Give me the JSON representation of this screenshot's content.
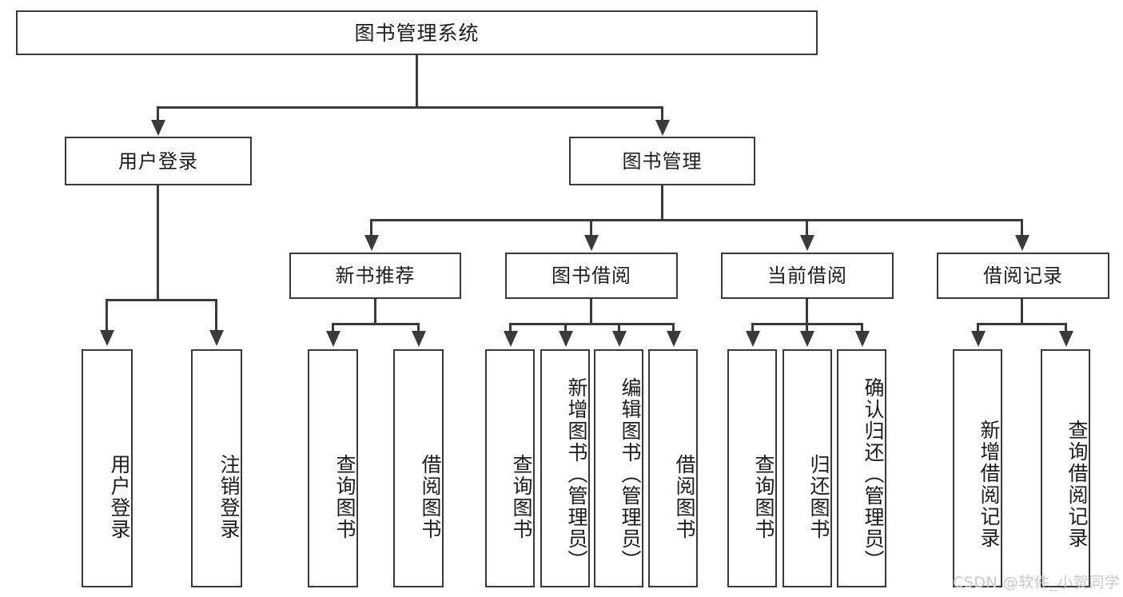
{
  "diagram": {
    "type": "tree",
    "title_node": {
      "label": "图书管理系统"
    },
    "level2": [
      {
        "id": "user-login",
        "label": "用户登录"
      },
      {
        "id": "book-management",
        "label": "图书管理"
      }
    ],
    "level3": [
      {
        "id": "new-book-recommend",
        "label": "新书推荐"
      },
      {
        "id": "book-borrow",
        "label": "图书借阅"
      },
      {
        "id": "current-borrow",
        "label": "当前借阅"
      },
      {
        "id": "borrow-record",
        "label": "借阅记录"
      }
    ],
    "leaves": {
      "user_login": [
        {
          "id": "leaf-user-login",
          "label": "用户登录"
        },
        {
          "id": "leaf-logout",
          "label": "注销登录"
        }
      ],
      "new_book_recommend": [
        {
          "id": "leaf-query-book-1",
          "label": "查询图书"
        },
        {
          "id": "leaf-borrow-book-1",
          "label": "借阅图书"
        }
      ],
      "book_borrow": [
        {
          "id": "leaf-query-book-2",
          "label": "查询图书"
        },
        {
          "id": "leaf-add-book",
          "label": "新增图书（管理员）"
        },
        {
          "id": "leaf-edit-book",
          "label": "编辑图书（管理员）"
        },
        {
          "id": "leaf-borrow-book-2",
          "label": "借阅图书"
        }
      ],
      "current_borrow": [
        {
          "id": "leaf-query-book-3",
          "label": "查询图书"
        },
        {
          "id": "leaf-return-book",
          "label": "归还图书"
        },
        {
          "id": "leaf-confirm-return",
          "label": "确认归还（管理员）"
        }
      ],
      "borrow_record": [
        {
          "id": "leaf-add-record",
          "label": "新增借阅记录"
        },
        {
          "id": "leaf-query-record",
          "label": "查询借阅记录"
        }
      ]
    }
  },
  "watermark": {
    "text": "CSDN @软件_小贺同学"
  },
  "colors": {
    "stroke": "#3a3a3a",
    "text": "#1c1c1c",
    "background": "#ffffff",
    "watermark": "#c9c9c9"
  }
}
